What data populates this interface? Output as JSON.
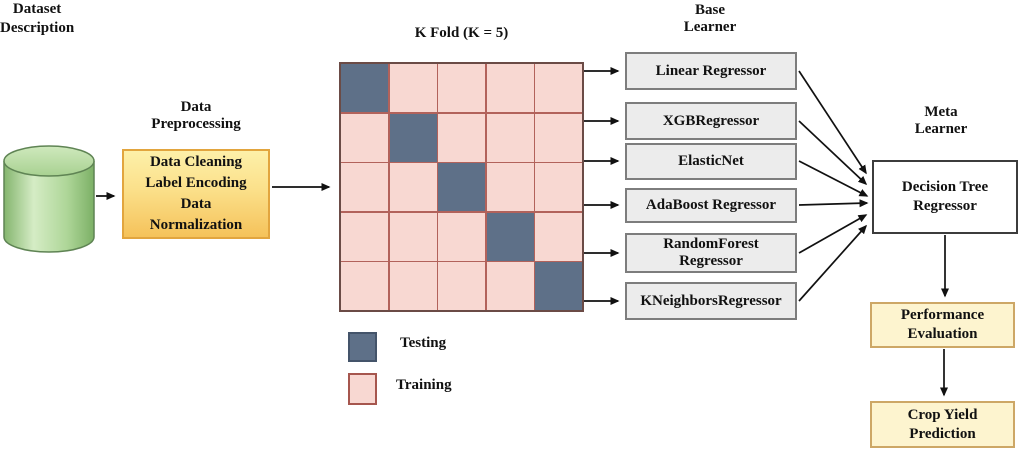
{
  "diagram": {
    "dataset": {
      "label": "Dataset\nDescription"
    },
    "preprocessing": {
      "title": "Data\nPreprocessing",
      "steps": "Data Cleaning\nLabel Encoding\nData\nNormalization"
    },
    "kfold": {
      "title": "K Fold (K = 5)",
      "rows": 5,
      "cols": 5,
      "testing_cells": [
        [
          0,
          0
        ],
        [
          1,
          1
        ],
        [
          2,
          2
        ],
        [
          3,
          3
        ],
        [
          4,
          4
        ]
      ],
      "legend": {
        "testing_label": "Testing",
        "training_label": "Training",
        "testing_color": "#5e7088",
        "training_color": "#f8d8d2"
      }
    },
    "base_learner": {
      "title": "Base\nLearner",
      "boxes": [
        "Linear Regressor",
        "XGBRegressor",
        "ElasticNet",
        "AdaBoost Regressor",
        "RandomForest Regressor",
        "KNeighborsRegressor"
      ]
    },
    "meta_learner": {
      "title": "Meta\nLearner",
      "box": "Decision Tree\nRegressor"
    },
    "outputs": {
      "performance": "Performance\nEvaluation",
      "prediction": "Crop Yield\nPrediction"
    }
  },
  "colors": {
    "testing_cell": "#5e7088",
    "training_cell": "#f8d8d2",
    "grid_line": "#b2625b",
    "preprocess_box": "#f7c95f",
    "output_box": "#fdf4cf",
    "cylinder_green": "#a9d391",
    "base_box": "#ececec"
  }
}
